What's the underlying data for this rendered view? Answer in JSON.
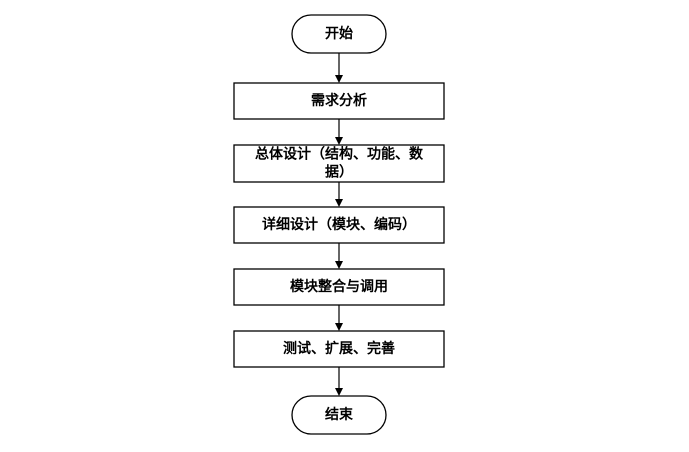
{
  "nodes": [
    {
      "id": "start",
      "kind": "terminal",
      "lines": [
        "开始"
      ]
    },
    {
      "id": "requirements",
      "kind": "process",
      "lines": [
        "需求分析"
      ]
    },
    {
      "id": "overall-design",
      "kind": "process",
      "lines": [
        "总体设计（结构、功能、数",
        "据）"
      ]
    },
    {
      "id": "detailed-design",
      "kind": "process",
      "lines": [
        "详细设计（模块、编码）"
      ]
    },
    {
      "id": "integration",
      "kind": "process",
      "lines": [
        "模块整合与调用"
      ]
    },
    {
      "id": "testing",
      "kind": "process",
      "lines": [
        "测试、扩展、完善"
      ]
    },
    {
      "id": "end",
      "kind": "terminal",
      "lines": [
        "结束"
      ]
    }
  ],
  "edges": [
    {
      "from": "start",
      "to": "requirements"
    },
    {
      "from": "requirements",
      "to": "overall-design"
    },
    {
      "from": "overall-design",
      "to": "detailed-design"
    },
    {
      "from": "detailed-design",
      "to": "integration"
    },
    {
      "from": "integration",
      "to": "testing"
    },
    {
      "from": "testing",
      "to": "end"
    }
  ]
}
